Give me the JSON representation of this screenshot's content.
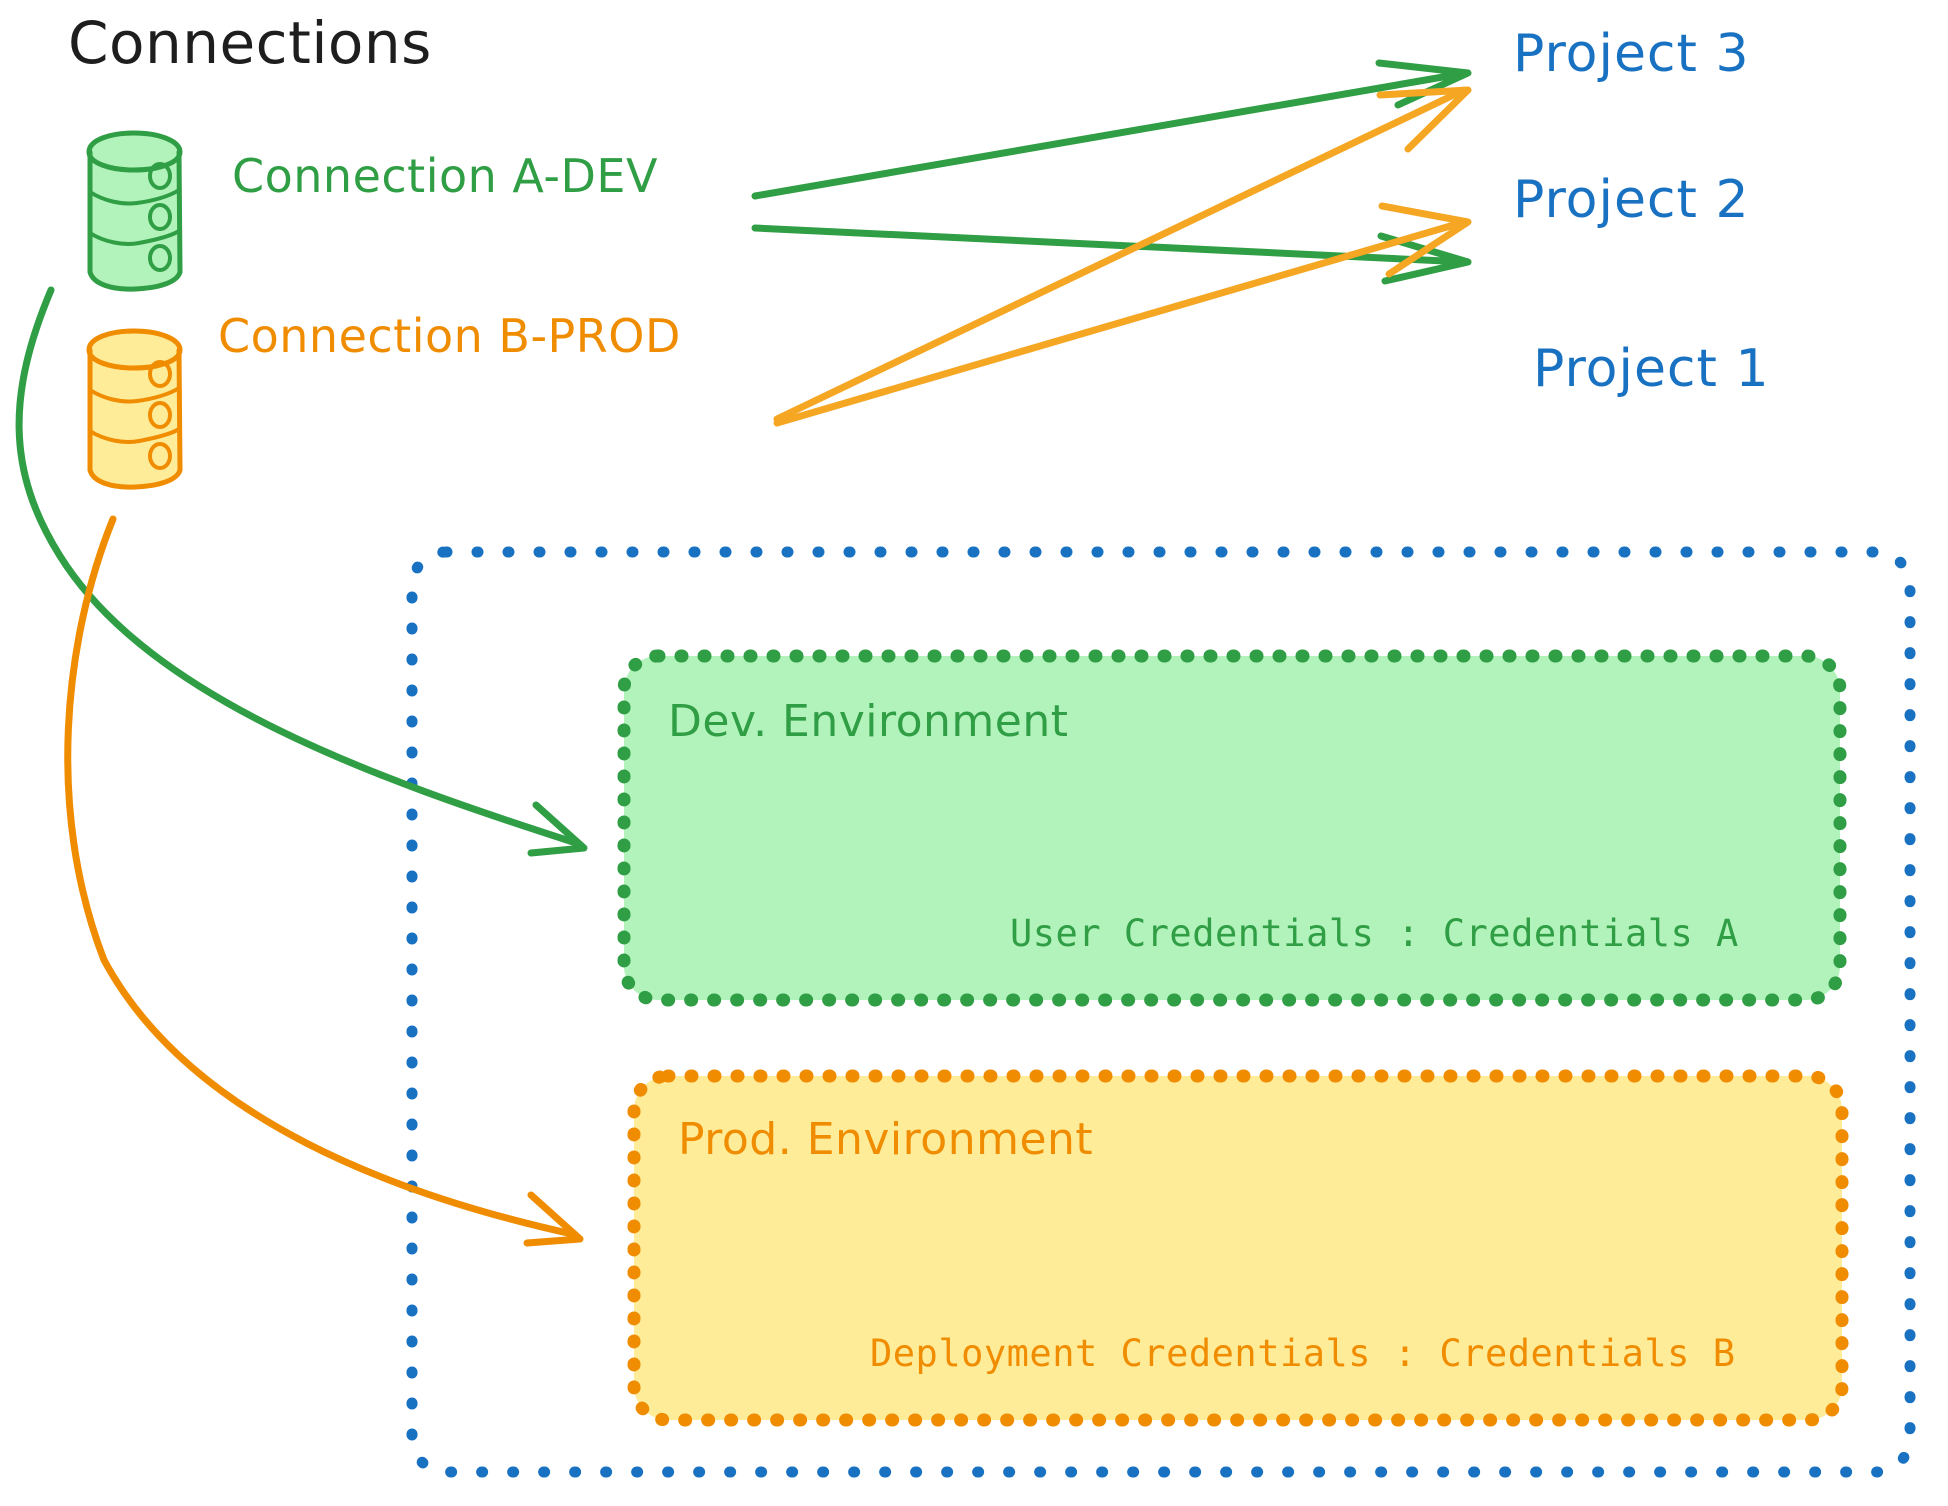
{
  "diagram": {
    "title": "Connections",
    "type": "architecture-diagram",
    "style": "hand-drawn"
  },
  "connections": [
    {
      "id": "a-dev",
      "label": "Connection A-DEV",
      "icon": "database-cylinder-icon",
      "color": "#2f9e44",
      "fill": "#b2f2bb"
    },
    {
      "id": "b-prod",
      "label": "Connection B-PROD",
      "icon": "database-cylinder-icon",
      "color": "#f08c00",
      "fill": "#ffec99"
    }
  ],
  "projects": [
    {
      "id": "p3",
      "label": "Project 3",
      "color": "#1971c2"
    },
    {
      "id": "p2",
      "label": "Project 2",
      "color": "#1971c2"
    },
    {
      "id": "p1",
      "label": "Project 1",
      "color": "#1971c2"
    }
  ],
  "project1": {
    "label": "Project 1",
    "border_color": "#1971c2",
    "environments": [
      {
        "id": "dev",
        "title": "Dev. Environment",
        "credential_label": "User Credentials",
        "credential_separator": ":",
        "credential_value": "Credentials A",
        "credential_line": "User Credentials : Credentials A",
        "color": "#2f9e44",
        "fill": "#b2f2bb"
      },
      {
        "id": "prod",
        "title": "Prod. Environment",
        "credential_label": "Deployment Credentials",
        "credential_separator": ":",
        "credential_value": "Credentials B",
        "credential_line": "Deployment Credentials : Credentials B",
        "color": "#f08c00",
        "fill": "#ffec99"
      }
    ]
  },
  "arrows": [
    {
      "id": "a-dev-to-p3",
      "from": "Connection A-DEV",
      "to": "Project 3",
      "color": "#2f9e44"
    },
    {
      "id": "a-dev-to-p2",
      "from": "Connection A-DEV",
      "to": "Project 2",
      "color": "#2f9e44"
    },
    {
      "id": "a-dev-to-dev",
      "from": "Connection A-DEV",
      "to": "Dev. Environment",
      "color": "#2f9e44"
    },
    {
      "id": "b-prod-to-p3",
      "from": "Connection B-PROD",
      "to": "Project 3",
      "color": "#f5a623"
    },
    {
      "id": "b-prod-to-p2",
      "from": "Connection B-PROD",
      "to": "Project 2",
      "color": "#f5a623"
    },
    {
      "id": "b-prod-to-prod",
      "from": "Connection B-PROD",
      "to": "Prod. Environment",
      "color": "#f08c00"
    }
  ],
  "colors": {
    "green_stroke": "#2f9e44",
    "green_fill": "#b2f2bb",
    "orange_stroke": "#f08c00",
    "orange_arrow": "#f5a623",
    "orange_fill": "#ffec99",
    "blue": "#1971c2",
    "ink": "#1e1e1e",
    "background": "#ffffff"
  }
}
